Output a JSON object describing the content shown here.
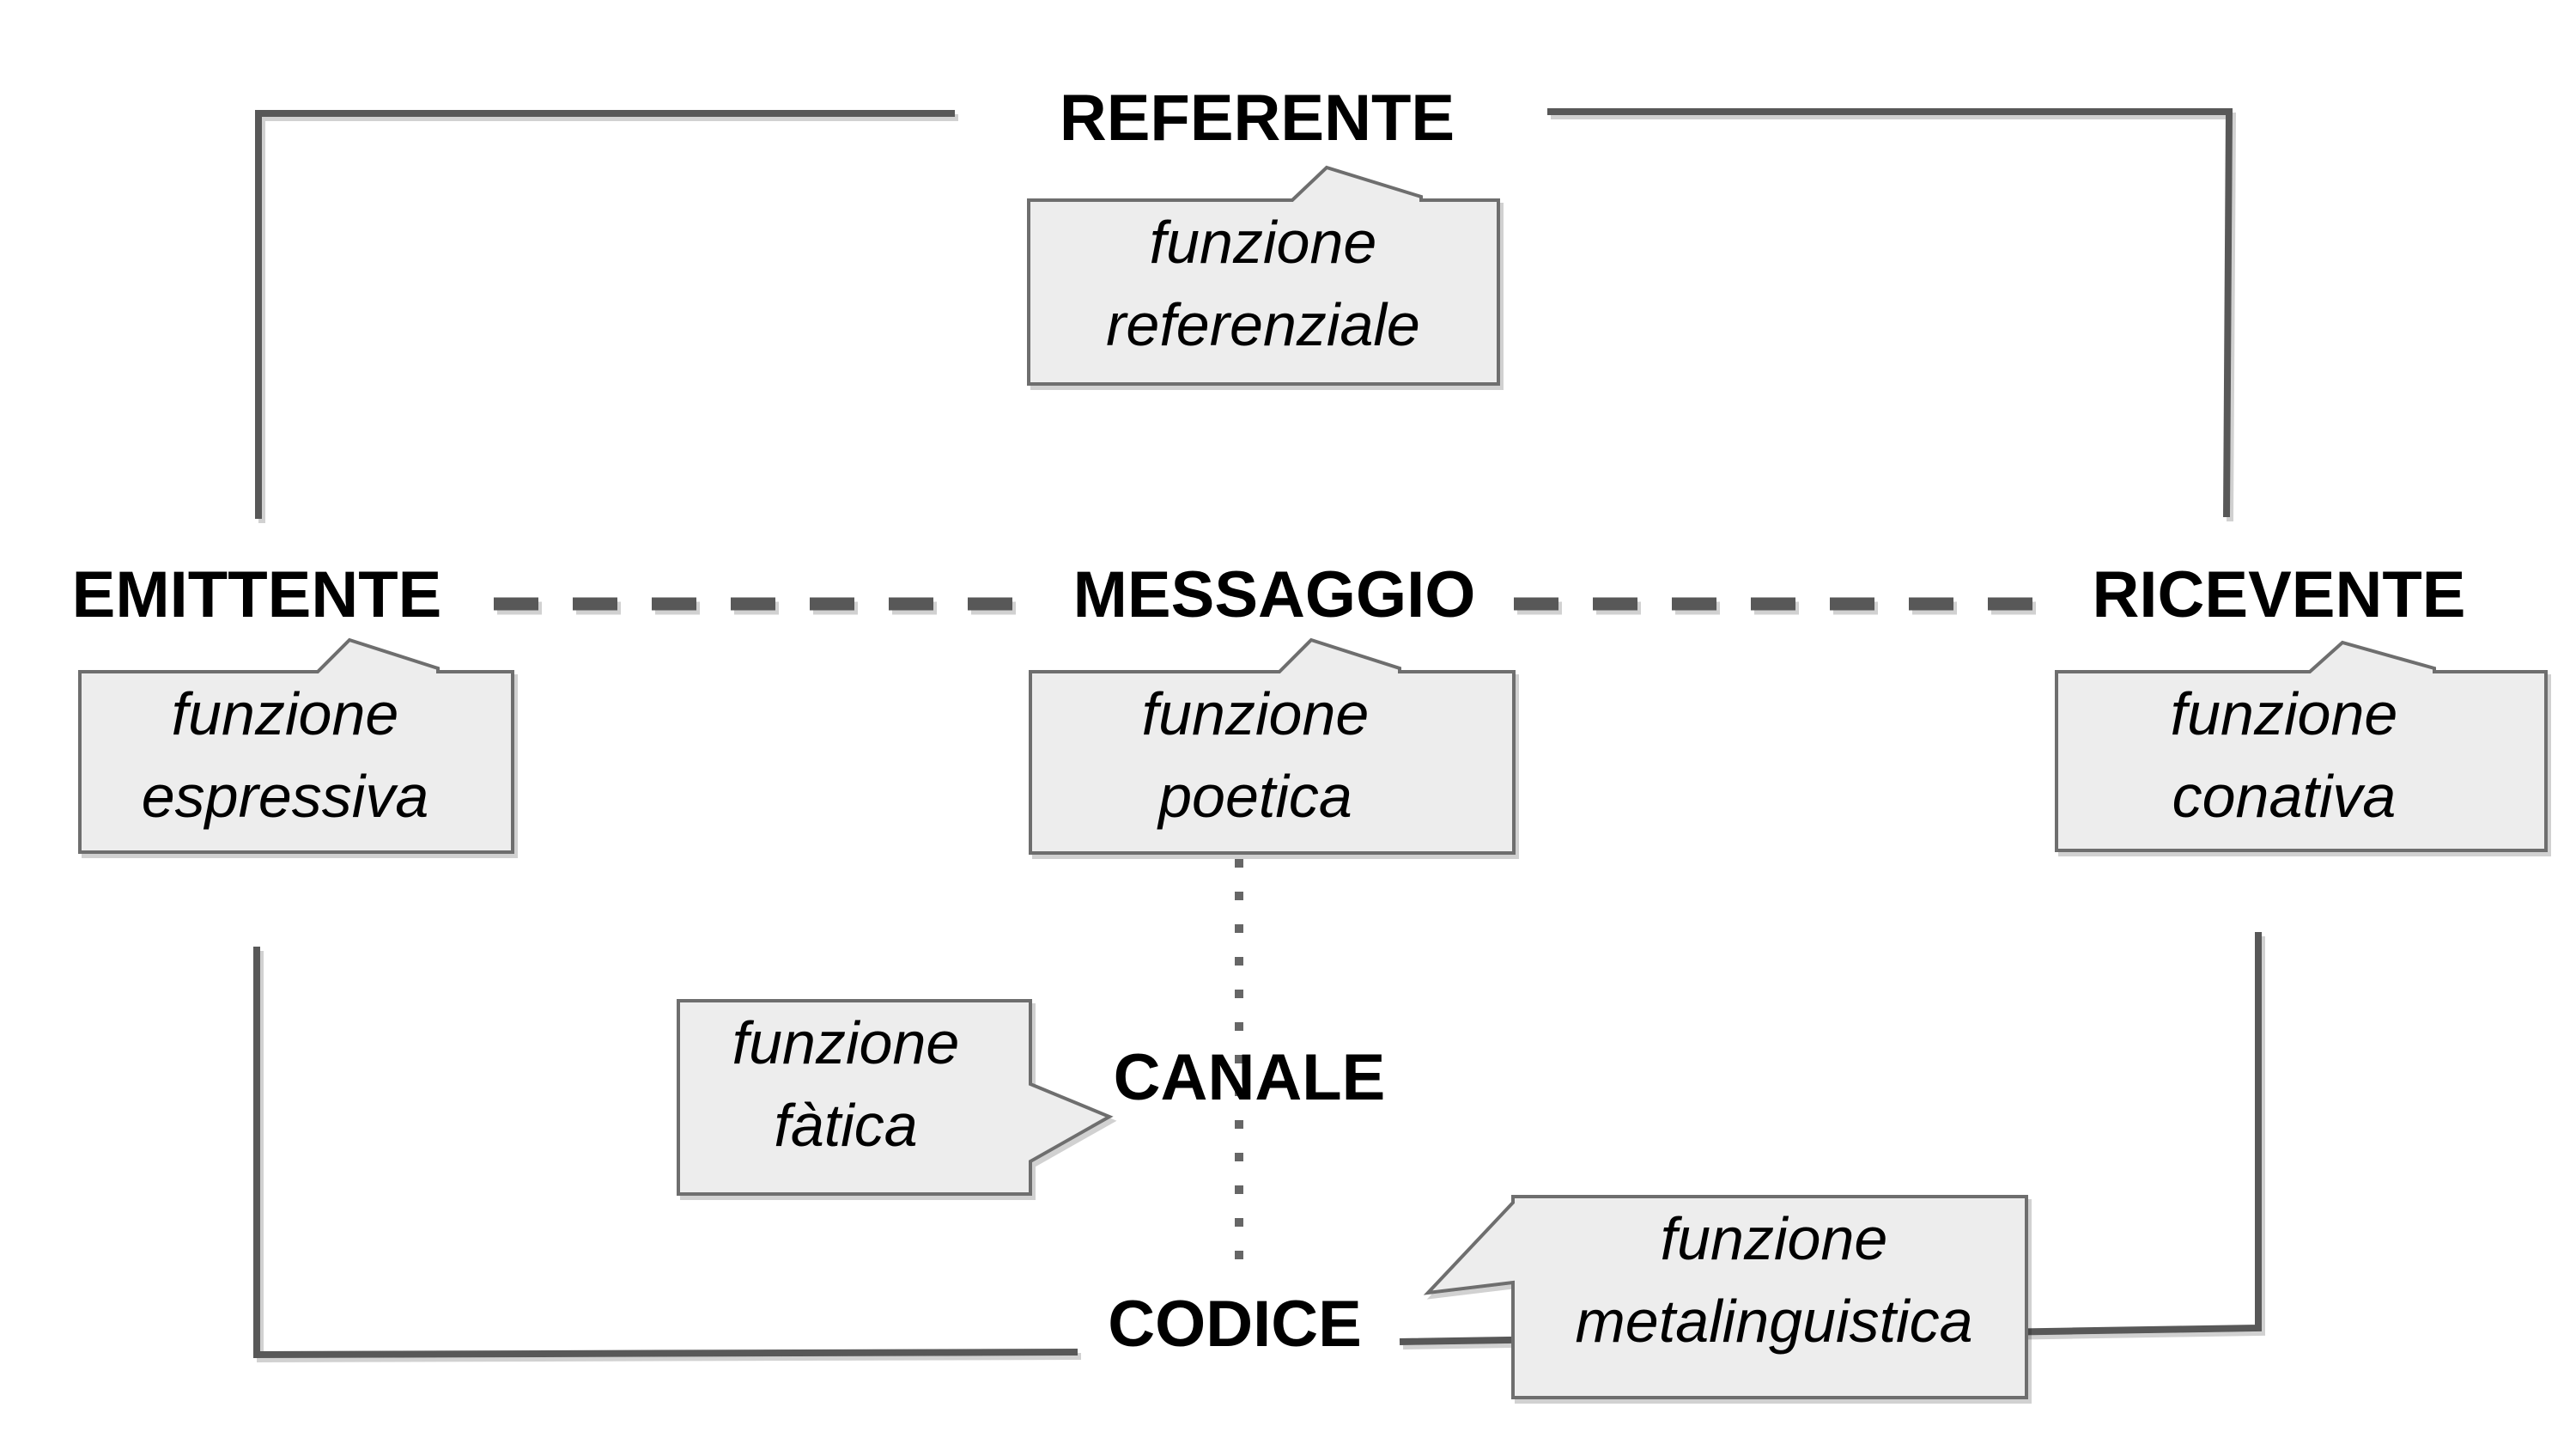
{
  "nodes": {
    "referente": "REFERENTE",
    "emittente": "EMITTENTE",
    "messaggio": "MESSAGGIO",
    "ricevente": "RICEVENTE",
    "canale": "CANALE",
    "codice": "CODICE"
  },
  "callouts": {
    "referenziale": {
      "line1": "funzione",
      "line2": "referenziale"
    },
    "espressiva": {
      "line1": "funzione",
      "line2": "espressiva"
    },
    "poetica": {
      "line1": "funzione",
      "line2": "poetica"
    },
    "conativa": {
      "line1": "funzione",
      "line2": "conativa"
    },
    "fatica": {
      "line1": "funzione",
      "line2": "fàtica"
    },
    "metalinguistica": {
      "line1": "funzione",
      "line2": "metalinguistica"
    }
  },
  "colors": {
    "background": "#ffffff",
    "line": "#595959",
    "dotted_line": "#666666",
    "callout_fill": "#ededed",
    "callout_border": "#6e6e6e",
    "text": "#000000"
  }
}
